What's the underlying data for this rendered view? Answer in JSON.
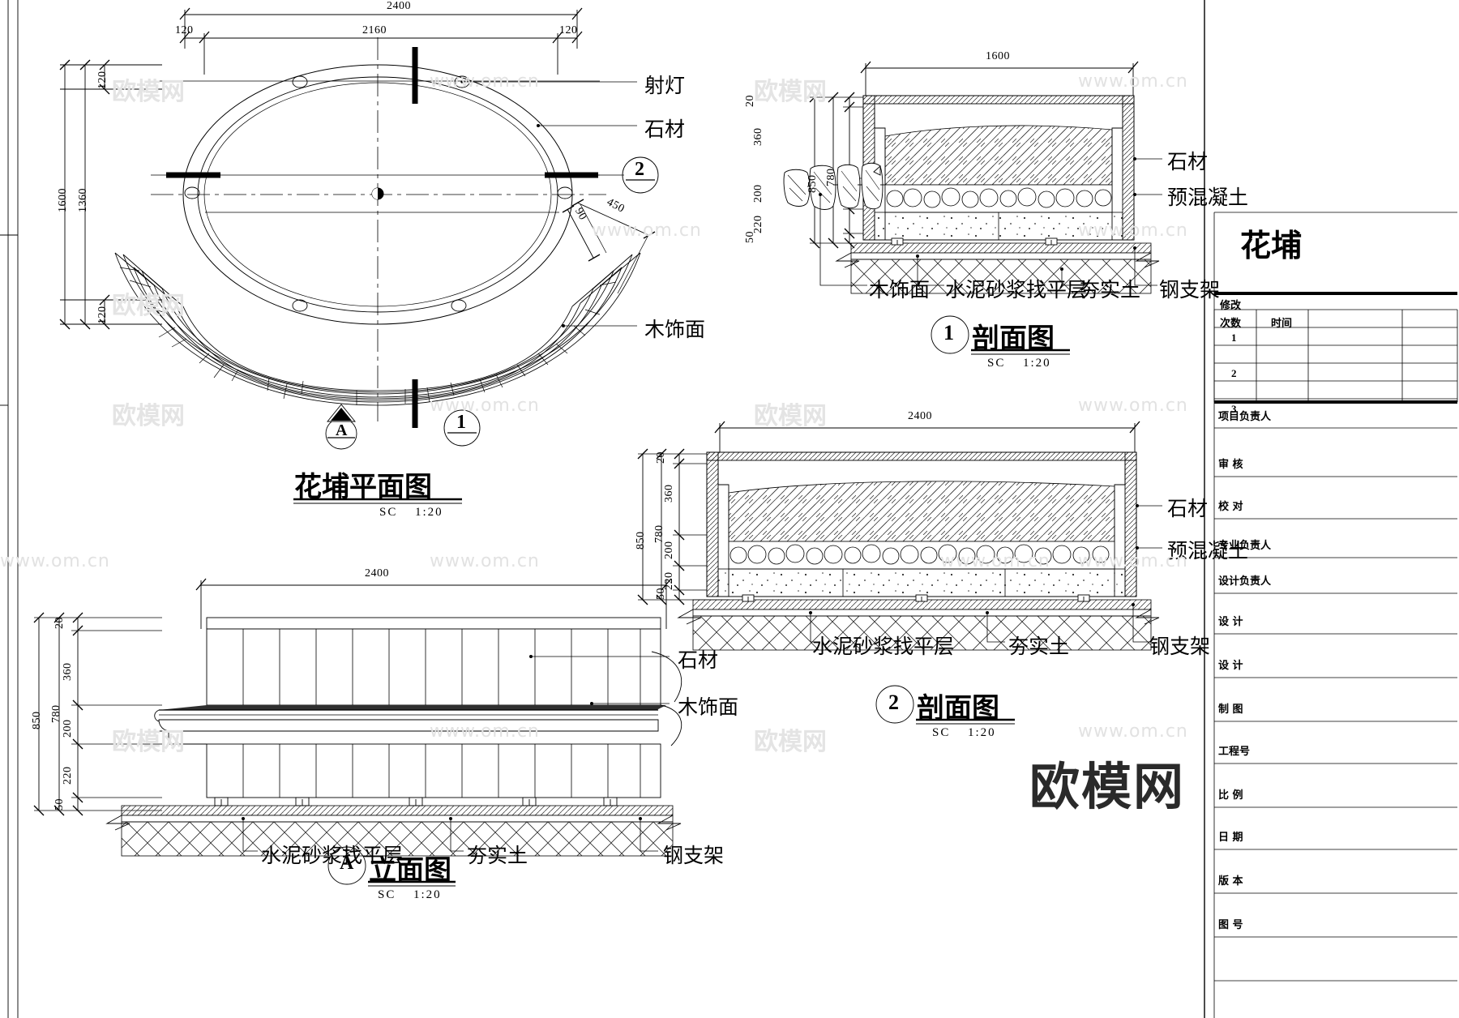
{
  "drawing": {
    "sheet_title": "花埔",
    "watermark_text": "www.om.cn",
    "watermark_cjk": "欧模网",
    "watermark_big": "欧模网"
  },
  "views": {
    "plan": {
      "title": "花埔平面图",
      "scale_prefix": "SC",
      "scale": "1:20",
      "marker_a": "A",
      "marker_1": "1",
      "marker_2": "2",
      "dims": {
        "overall_w": "2400",
        "inner_w": "2160",
        "edge_left": "120",
        "edge_right": "120",
        "overall_h": "1600",
        "inner_h": "1360",
        "top_off": "120",
        "bot_off": "120",
        "step_w": "450",
        "step_t": "90"
      },
      "annotations": [
        {
          "label": "射灯"
        },
        {
          "label": "石材"
        },
        {
          "label": "木饰面"
        }
      ]
    },
    "section1": {
      "number": "1",
      "title": "剖面图",
      "scale_prefix": "SC",
      "scale": "1:20",
      "dims": {
        "width": "1600",
        "total_h": "850",
        "sub_780": "780",
        "top_20": "20",
        "h_360": "360",
        "h_200": "200",
        "h_220": "220",
        "h_50": "50"
      },
      "annotations": [
        {
          "label": "石材"
        },
        {
          "label": "预混凝土"
        },
        {
          "label": "木饰面"
        },
        {
          "label": "水泥砂浆找平层"
        },
        {
          "label": "夯实土"
        },
        {
          "label": "钢支架"
        }
      ]
    },
    "section2": {
      "number": "2",
      "title": "剖面图",
      "scale_prefix": "SC",
      "scale": "1:20",
      "dims": {
        "width": "2400",
        "total_h": "850",
        "sub_780": "780",
        "top_20": "20",
        "h_360": "360",
        "h_200": "200",
        "h_220": "220",
        "h_50": "50"
      },
      "annotations": [
        {
          "label": "石材"
        },
        {
          "label": "预混凝土"
        },
        {
          "label": "水泥砂浆找平层"
        },
        {
          "label": "夯实土"
        },
        {
          "label": "钢支架"
        }
      ]
    },
    "elevation": {
      "marker": "A",
      "title": "立面图",
      "scale_prefix": "SC",
      "scale": "1:20",
      "dims": {
        "width": "2400",
        "total_h": "850",
        "sub_780": "780",
        "top_20": "20",
        "h_360": "360",
        "h_200": "200",
        "h_220": "220",
        "h_50": "50"
      },
      "annotations": [
        {
          "label": "石材"
        },
        {
          "label": "木饰面"
        },
        {
          "label": "水泥砂浆找平层"
        },
        {
          "label": "夯实土"
        },
        {
          "label": "钢支架"
        }
      ]
    }
  },
  "title_block": {
    "revision_header": "修改",
    "rev_col_no": "次数",
    "rev_col_time": "时间",
    "rev_rows": [
      "1",
      "2",
      "3"
    ],
    "fields": [
      "项目负责人",
      "审  核",
      "校  对",
      "专业负责人",
      "设计负责人",
      "设  计",
      "设  计",
      "制  图",
      "工程号",
      "比  例",
      "日  期",
      "版  本",
      "图  号"
    ]
  },
  "colors": {
    "ink": "#000000",
    "thin": "#1a1a1a",
    "hatch": "#555555",
    "watermark": "#e0e0e0"
  }
}
